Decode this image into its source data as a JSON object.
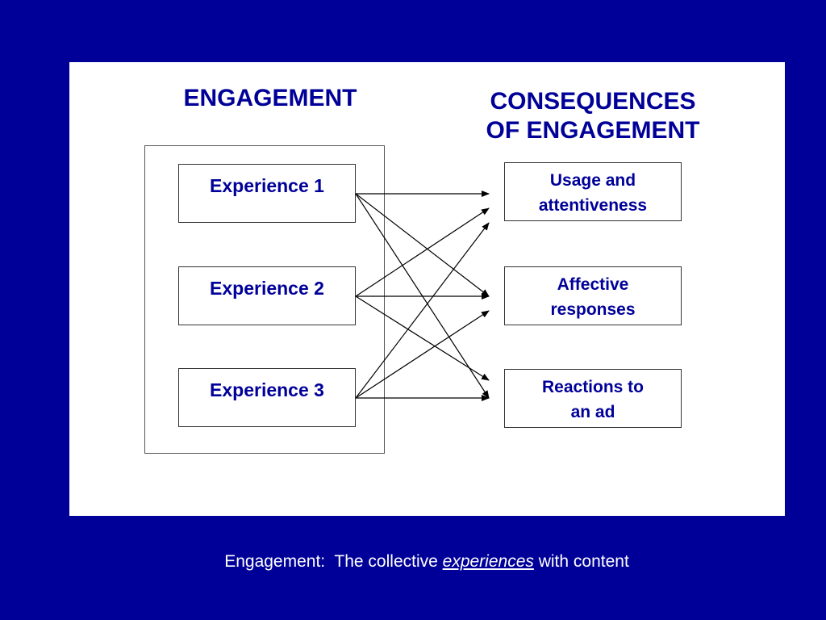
{
  "colors": {
    "background": "#000099",
    "panel": "#ffffff",
    "heading_text": "#000099",
    "caption_text": "#ffffff",
    "arrow": "#000000"
  },
  "headings": {
    "engagement": "ENGAGEMENT",
    "consequences_line1": "CONSEQUENCES",
    "consequences_line2": "OF ENGAGEMENT"
  },
  "experiences": [
    {
      "label": "Experience 1"
    },
    {
      "label": "Experience 2"
    },
    {
      "label": "Experience 3"
    }
  ],
  "consequences": [
    {
      "line1": "Usage and",
      "line2": "attentiveness"
    },
    {
      "line1": "Affective",
      "line2": "responses"
    },
    {
      "line1": "Reactions to",
      "line2": "an ad"
    }
  ],
  "links": [
    {
      "from": 0,
      "to": 0
    },
    {
      "from": 0,
      "to": 1
    },
    {
      "from": 0,
      "to": 2
    },
    {
      "from": 1,
      "to": 0
    },
    {
      "from": 1,
      "to": 1
    },
    {
      "from": 1,
      "to": 2
    },
    {
      "from": 2,
      "to": 0
    },
    {
      "from": 2,
      "to": 1
    },
    {
      "from": 2,
      "to": 2
    }
  ],
  "caption": {
    "prefix": "Engagement:  The collective ",
    "emphasis": "experiences",
    "suffix": " with content"
  }
}
